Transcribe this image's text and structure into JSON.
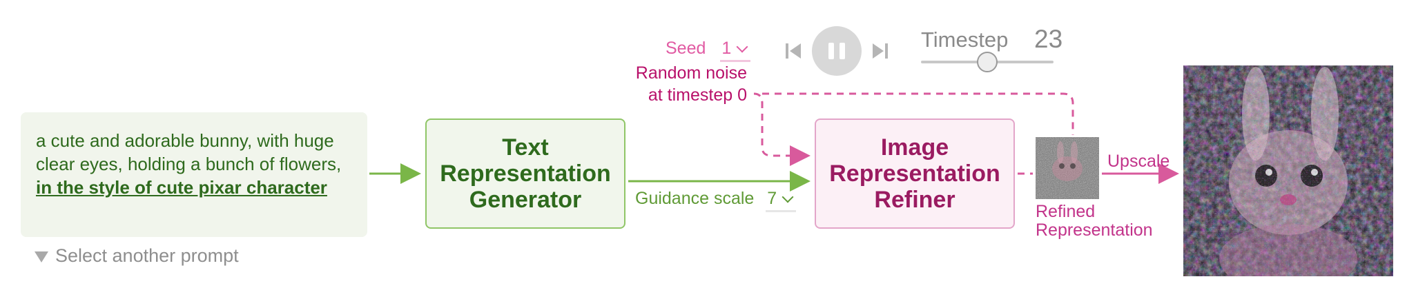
{
  "prompt": {
    "text_plain": "a cute and adorable bunny, with huge clear eyes, holding a bunch of flowers, ",
    "text_style": "in the style of cute pixar character",
    "select_label": "Select another prompt"
  },
  "pipeline": {
    "text_generator_title": "Text Representation Generator",
    "image_refiner_title": "Image Representation Refiner",
    "guidance_label": "Guidance scale",
    "guidance_value": "7",
    "seed_label": "Seed",
    "seed_value": "1",
    "noise_label_line1": "Random noise",
    "noise_label_line2": "at timestep 0",
    "refined_label_line1": "Refined",
    "refined_label_line2": "Representation",
    "upscale_label": "Upscale"
  },
  "playback": {
    "timestep_label": "Timestep",
    "timestep_value": "23",
    "timestep_fraction": 0.5,
    "icons": [
      "skip-back-icon",
      "pause-icon",
      "skip-forward-icon"
    ]
  },
  "colors": {
    "green_dark": "#2e6a1d",
    "green": "#7ab648",
    "pink": "#d13d8e",
    "magenta": "#b8106a",
    "gray": "#8a8a8a"
  }
}
